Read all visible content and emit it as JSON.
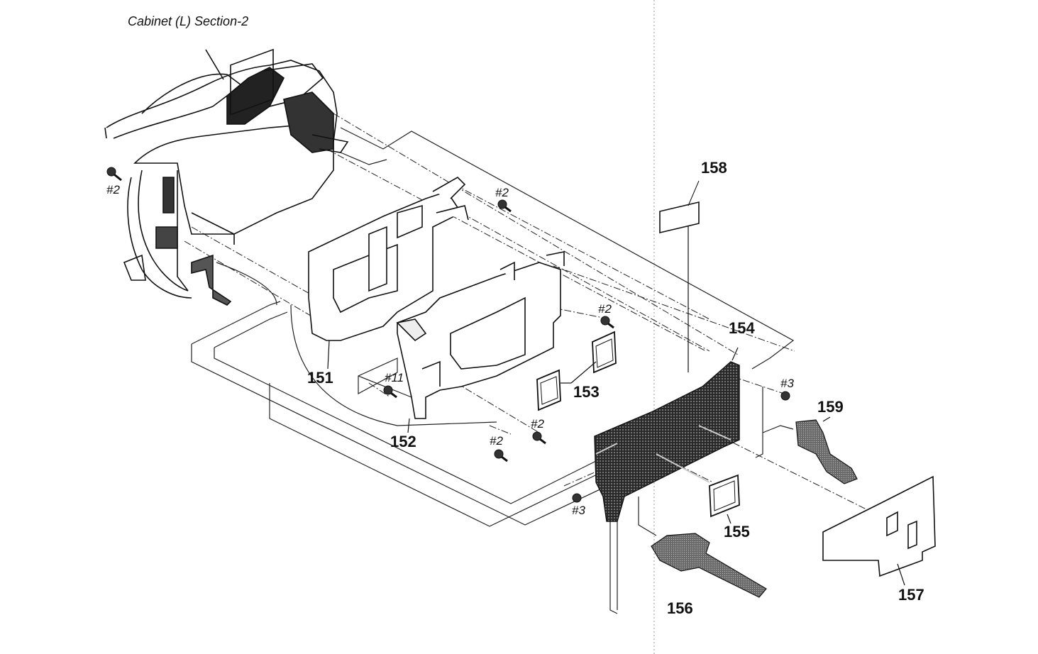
{
  "title": "Cabinet (L) Section-2",
  "part_labels": [
    {
      "id": "151",
      "text": "151"
    },
    {
      "id": "152",
      "text": "152"
    },
    {
      "id": "153",
      "text": "153"
    },
    {
      "id": "154",
      "text": "154"
    },
    {
      "id": "155",
      "text": "155"
    },
    {
      "id": "156",
      "text": "156"
    },
    {
      "id": "157",
      "text": "157"
    },
    {
      "id": "158",
      "text": "158"
    },
    {
      "id": "159",
      "text": "159"
    }
  ],
  "screw_labels": [
    {
      "id": "s1",
      "text": "#2"
    },
    {
      "id": "s2",
      "text": "#2"
    },
    {
      "id": "s3",
      "text": "#2"
    },
    {
      "id": "s4",
      "text": "#2"
    },
    {
      "id": "s5",
      "text": "#2"
    },
    {
      "id": "s6",
      "text": "#11"
    },
    {
      "id": "s7",
      "text": "#3"
    },
    {
      "id": "s8",
      "text": "#3"
    }
  ],
  "colors": {
    "ink": "#111111",
    "background": "#ffffff",
    "board": "#2a2a2a",
    "flex": "#5a5a5a"
  }
}
